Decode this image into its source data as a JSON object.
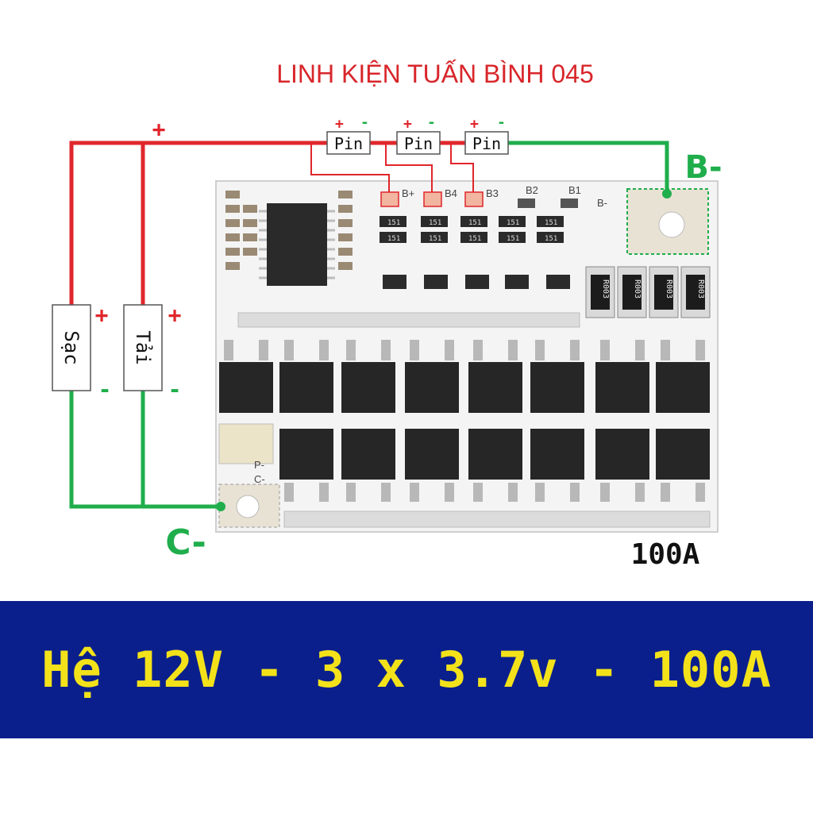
{
  "watermark": "LINH KIỆN TUẤN BÌNH 045",
  "colors": {
    "positive_wire": "#e0262b",
    "negative_wire": "#1fae4b",
    "banner_bg": "#0b1f8c",
    "banner_text": "#f3e21a",
    "board": "#f4f4f4"
  },
  "wiring": {
    "plus_sign": "+",
    "minus_sign": "-",
    "pins": [
      {
        "label": "Pin",
        "plus": "+",
        "minus": "-"
      },
      {
        "label": "Pin",
        "plus": "+",
        "minus": "-"
      },
      {
        "label": "Pin",
        "plus": "+",
        "minus": "-"
      }
    ],
    "charger": {
      "label": "Sạc",
      "plus": "+",
      "minus": "-"
    },
    "load": {
      "label": "Tải",
      "plus": "+",
      "minus": "-"
    },
    "b_minus": "B-",
    "c_minus": "C-"
  },
  "board": {
    "rating": "100A",
    "pad_labels": [
      "B+",
      "B4",
      "B3",
      "B2",
      "B1",
      "B-",
      "P-",
      "C-"
    ],
    "sense_resistor_code": "R003",
    "resistor_code": "151"
  },
  "banner": {
    "text": "Hệ 12V - 3 x 3.7v - 100A"
  }
}
